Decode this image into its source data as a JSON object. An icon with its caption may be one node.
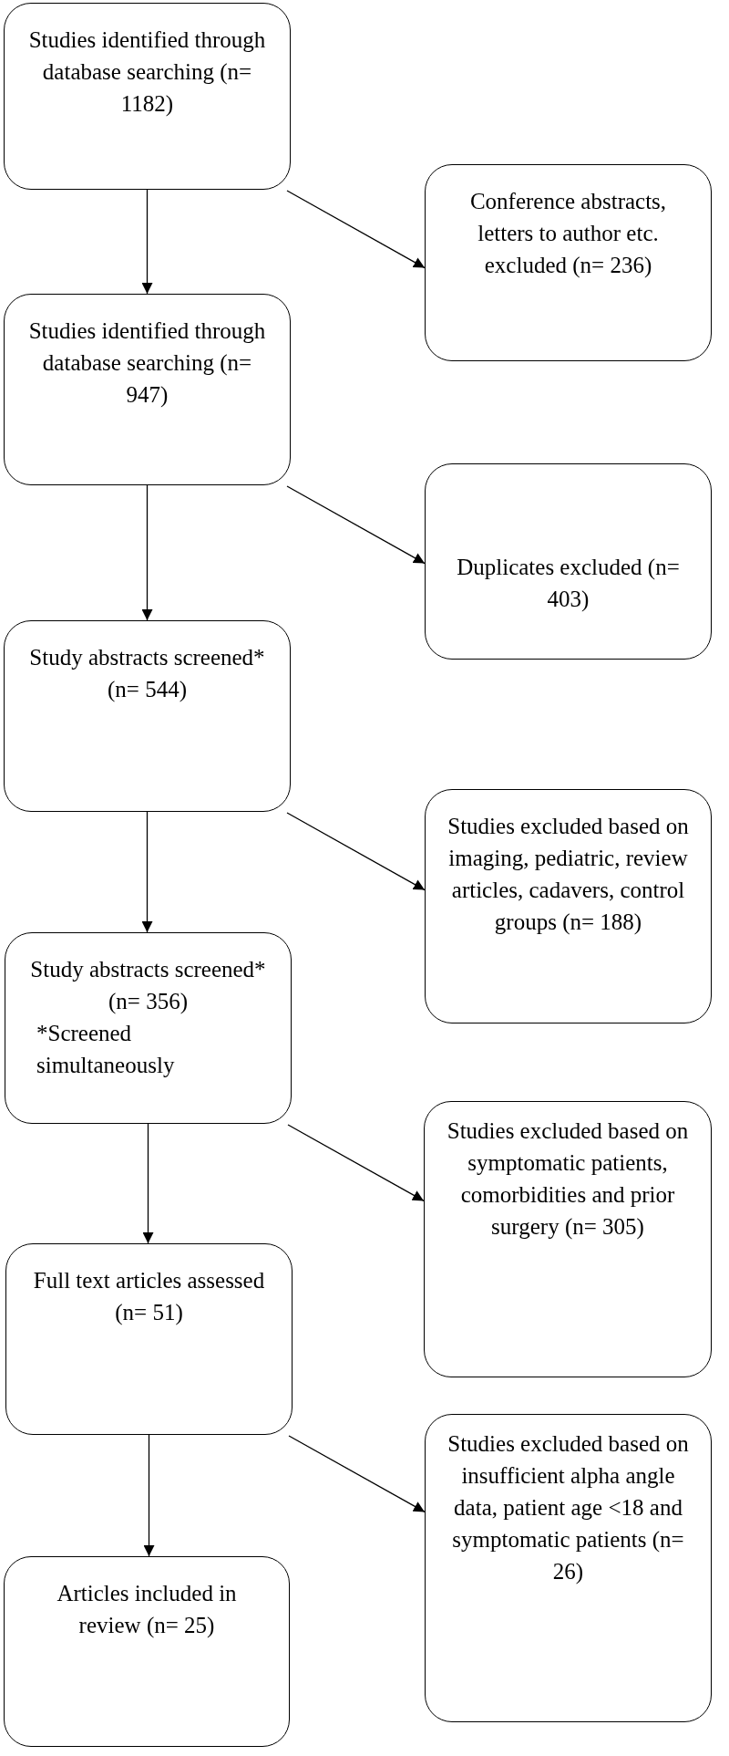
{
  "diagram": {
    "nodes": [
      {
        "text": [
          "Studies identified through database searching (n= 1182)"
        ]
      },
      {
        "text": [
          "Conference abstracts, letters to author etc. excluded (n= 236)"
        ]
      },
      {
        "text": [
          "Studies identified through database searching (n= 947)"
        ]
      },
      {
        "text": [
          "Duplicates excluded (n= 403)"
        ]
      },
      {
        "text": [
          "Study abstracts screened* (n= 544)"
        ]
      },
      {
        "text": [
          "Studies excluded based on imaging, pediatric, review articles, cadavers, control groups (n= 188)"
        ]
      },
      {
        "text": [
          "Study abstracts screened* (n= 356)",
          "*Screened simultaneously"
        ]
      },
      {
        "text": [
          "Studies excluded based on symptomatic patients, comorbidities and prior surgery (n= 305)"
        ]
      },
      {
        "text": [
          "Full text articles assessed (n= 51)"
        ]
      },
      {
        "text": [
          "Studies excluded based on insufficient alpha angle data, patient age <18 and symptomatic patients (n= 26)"
        ]
      },
      {
        "text": [
          "Articles included in review (n= 25)"
        ]
      }
    ],
    "edges": [
      {
        "from": 0,
        "to": 1,
        "arrow": "to"
      },
      {
        "from": 0,
        "to": 2,
        "arrow": "to"
      },
      {
        "from": 2,
        "to": 3,
        "arrow": "to"
      },
      {
        "from": 2,
        "to": 4,
        "arrow": "to"
      },
      {
        "from": 4,
        "to": 5,
        "arrow": "to"
      },
      {
        "from": 4,
        "to": 6,
        "arrow": "to"
      },
      {
        "from": 6,
        "to": 7,
        "arrow": "to"
      },
      {
        "from": 6,
        "to": 8,
        "arrow": "to"
      },
      {
        "from": 8,
        "to": 9,
        "arrow": "to"
      },
      {
        "from": 8,
        "to": 10,
        "arrow": "to"
      }
    ]
  }
}
